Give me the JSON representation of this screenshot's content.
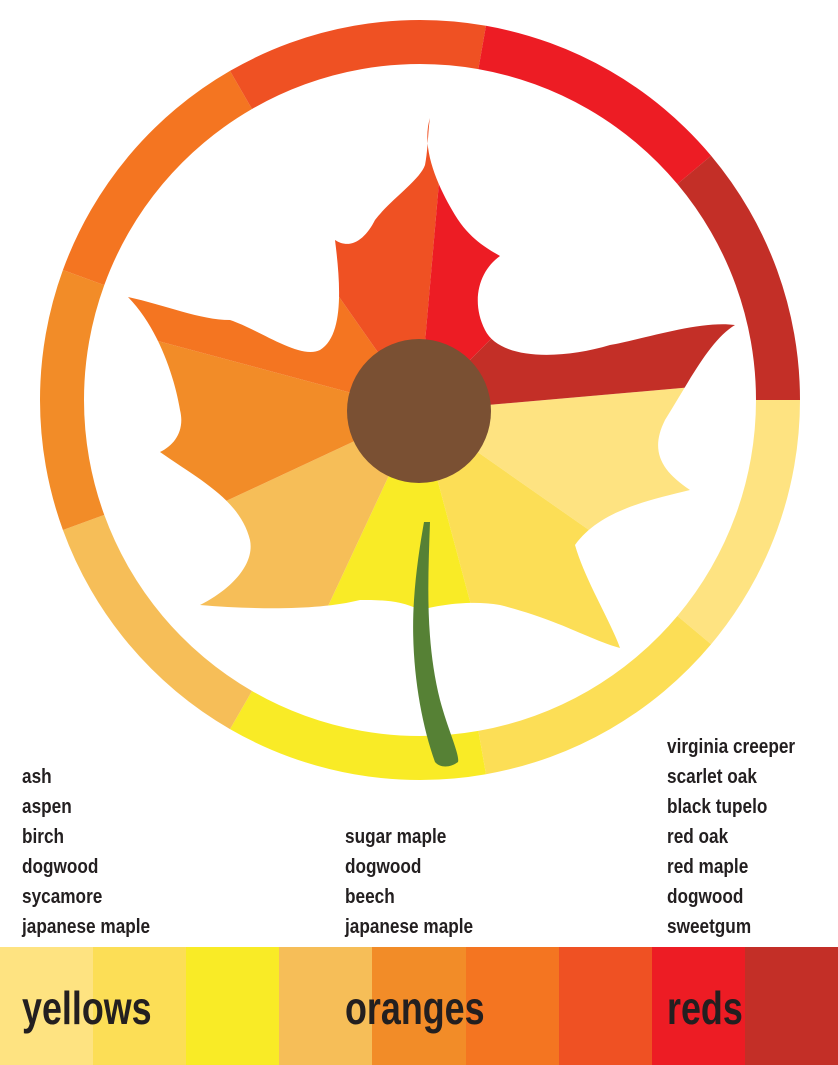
{
  "colors": {
    "pale_yellow": "#FEE381",
    "gold_yellow": "#FCDE56",
    "bright_yellow": "#F9EB26",
    "light_orange": "#F6BE58",
    "orange": "#F28C28",
    "deep_orange": "#F47521",
    "red_orange": "#EF5123",
    "red": "#ED1C24",
    "dark_red": "#C32F27",
    "center": "#7A5033",
    "stem": "#568135"
  },
  "palette_order": [
    "#FEE381",
    "#FCDE56",
    "#F9EB26",
    "#F6BE58",
    "#F28C28",
    "#F47521",
    "#EF5123",
    "#ED1C24",
    "#C32F27"
  ],
  "groups": {
    "yellows": {
      "label": "yellows",
      "trees": [
        "ash",
        "aspen",
        "birch",
        "dogwood",
        "sycamore",
        "japanese maple"
      ]
    },
    "oranges": {
      "label": "oranges",
      "trees": [
        "sugar maple",
        "dogwood",
        "beech",
        "japanese maple"
      ]
    },
    "reds": {
      "label": "reds",
      "trees": [
        "virginia creeper",
        "scarlet oak",
        "black tupelo",
        "red oak",
        "red maple",
        "dogwood",
        "sweetgum"
      ]
    }
  }
}
